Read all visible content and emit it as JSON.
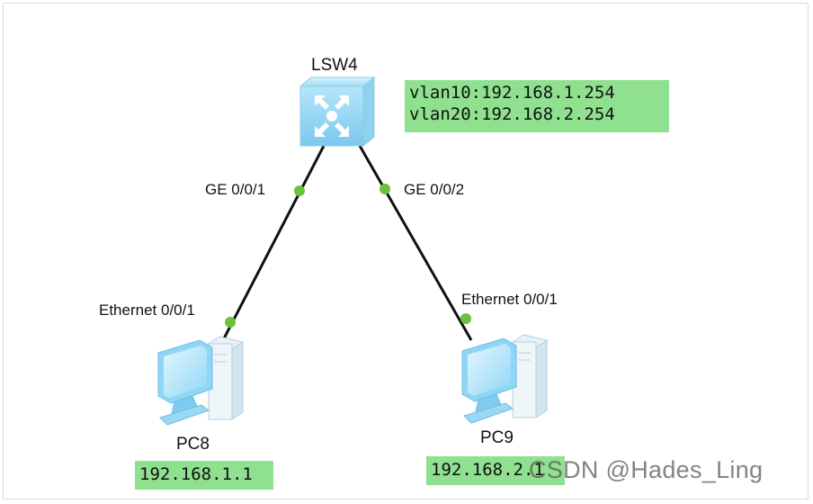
{
  "switch": {
    "name": "LSW4",
    "icon": "l3-switch-icon",
    "vlan_ips": [
      "vlan10:192.168.1.254",
      "vlan20:192.168.2.254"
    ]
  },
  "links": [
    {
      "switch_port": "GE 0/0/1",
      "pc_port": "Ethernet 0/0/1"
    },
    {
      "switch_port": "GE 0/0/2",
      "pc_port": "Ethernet 0/0/1"
    }
  ],
  "pcs": [
    {
      "name": "PC8",
      "icon": "pc-icon",
      "ip": "192.168.1.1"
    },
    {
      "name": "PC9",
      "icon": "pc-icon",
      "ip": "192.168.2.1"
    }
  ],
  "watermark": "CSDN @Hades_Ling",
  "colors": {
    "ip_highlight": "#8fe08f",
    "port_dot": "#6ac13a",
    "link": "#111111",
    "device_blue": "#7fd0f5"
  }
}
